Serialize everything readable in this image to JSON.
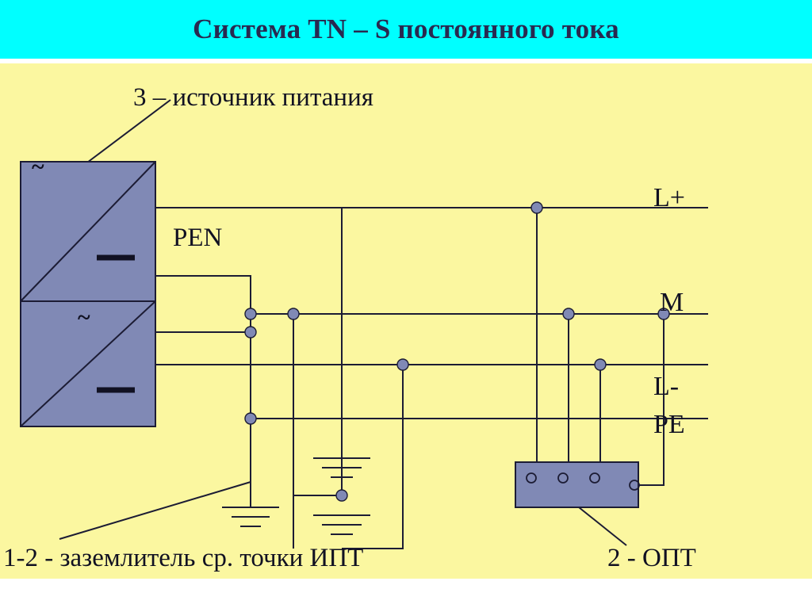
{
  "title": {
    "text": "Система TN – S постоянного тока",
    "banner_color": "#00ffff",
    "text_color": "#292950"
  },
  "canvas": {
    "background_color": "#fbf7a0",
    "line_color": "#1c1c34",
    "block_fill": "#8089b5",
    "node_fill": "#8089b5"
  },
  "annotations": {
    "source_label": "3 – источник питания",
    "pen_label": "PEN",
    "caption_left": "1-2  - заземлитель ср. точки ИПТ",
    "caption_right": "2 - ОПТ"
  },
  "bus_labels": {
    "l_plus": "L+",
    "m": "M",
    "l_minus": "L-",
    "pe": "PE"
  },
  "converters": [
    {
      "ac_symbol": "~",
      "dc_symbol": "—",
      "name": "rectifier-upper"
    },
    {
      "ac_symbol": "~",
      "dc_symbol": "—",
      "name": "rectifier-lower"
    }
  ],
  "load": {
    "name": "OPT load block",
    "terminal_count": 4
  },
  "grounds": [
    {
      "name": "ground-left-pen",
      "bars": 3
    },
    {
      "name": "ground-mid-upper",
      "bars": 3
    },
    {
      "name": "ground-mid-lower",
      "bars": 3
    }
  ]
}
